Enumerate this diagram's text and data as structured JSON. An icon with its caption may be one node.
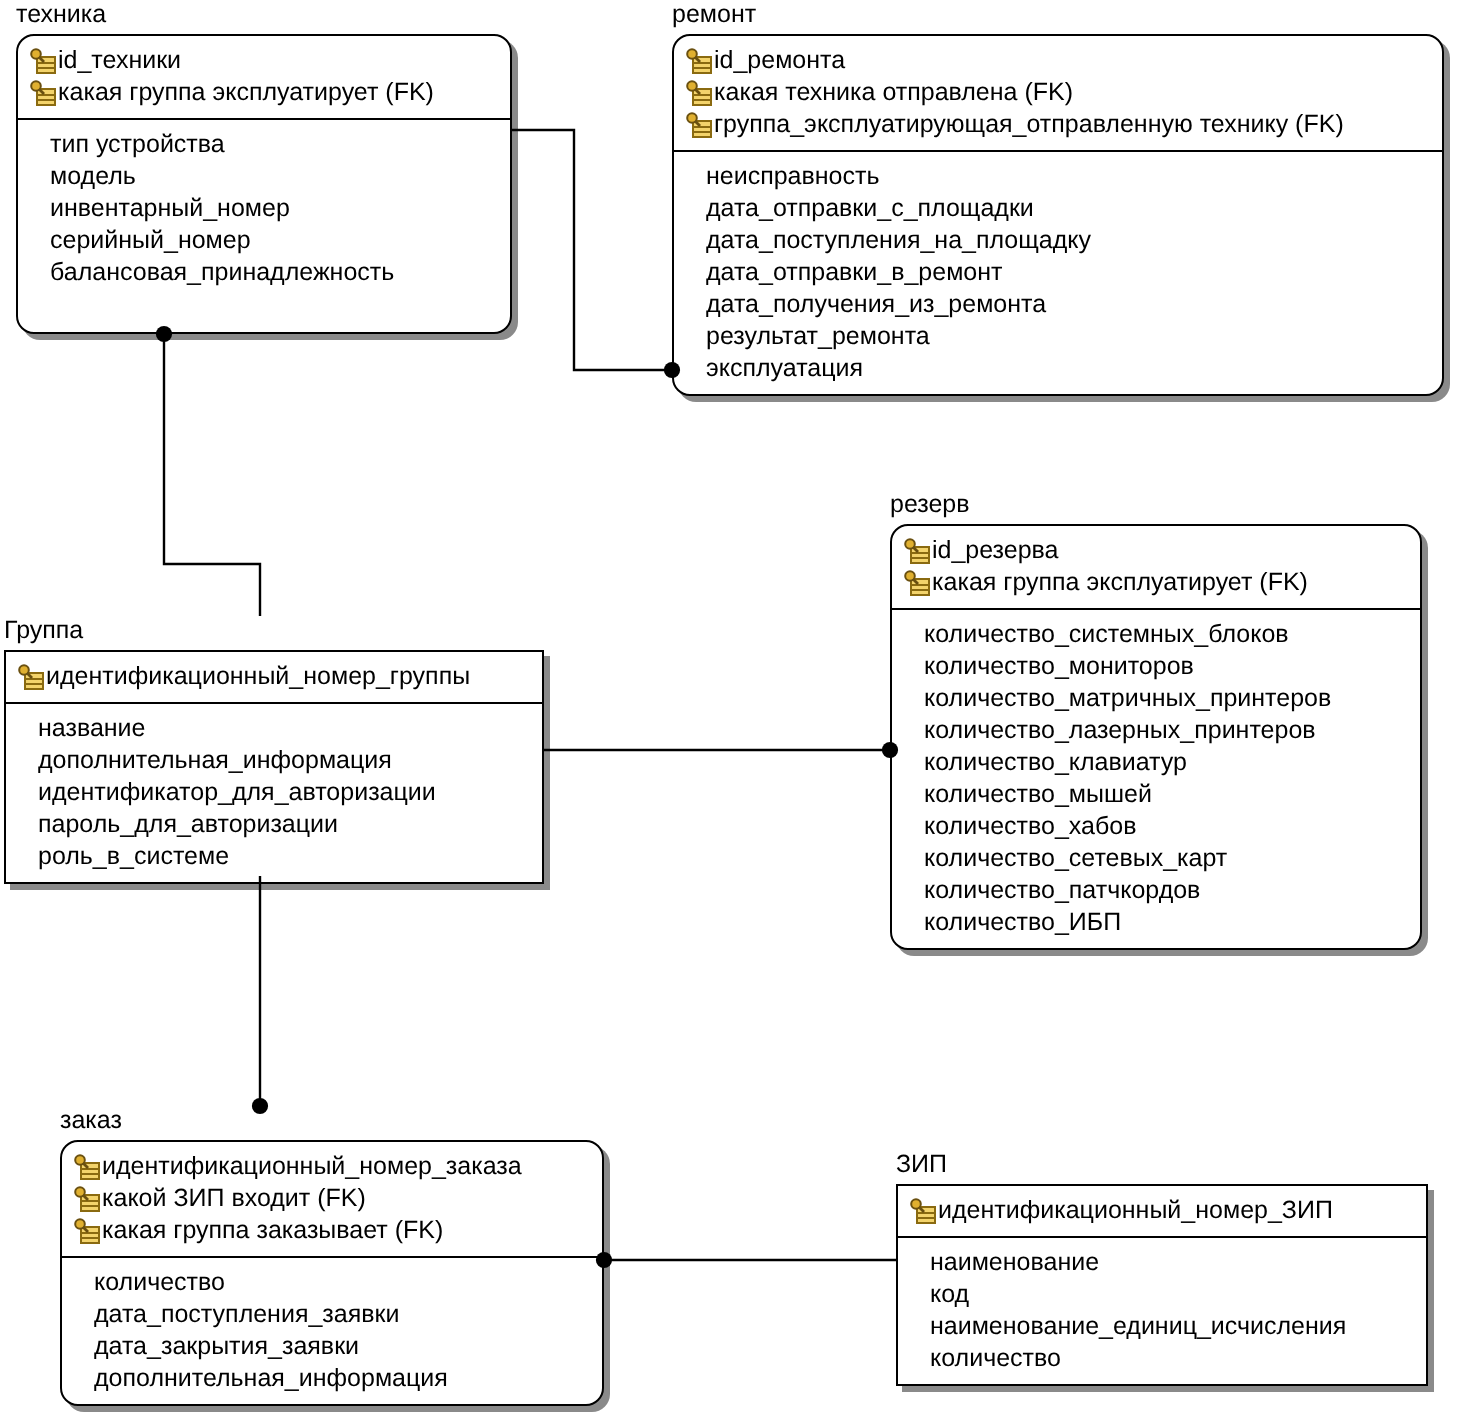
{
  "diagram": {
    "nodes": [
      {
        "text": [
          "техника",
          "id_техники",
          "какая группа эксплуатирует (FK)",
          "тип устройства",
          "модель",
          "инвентарный_номер",
          "серийный_номер",
          "балансовая_принадлежность"
        ]
      },
      {
        "text": [
          "ремонт",
          "id_ремонта",
          "какая техника отправлена (FK)",
          "группа_эксплуатирующая_отправленную технику (FK)",
          "неисправность",
          "дата_отправки_с_площадки",
          "дата_поступления_на_площадку",
          "дата_отправки_в_ремонт",
          "дата_получения_из_ремонта",
          "результат_ремонта",
          "эксплуатация"
        ]
      },
      {
        "text": [
          "Группа",
          "идентификационный_номер_группы",
          "название",
          "дополнительная_информация",
          "идентификатор_для_авторизации",
          "пароль_для_авторизации",
          "роль_в_системе"
        ]
      },
      {
        "text": [
          "резерв",
          "id_резерва",
          "какая группа эксплуатирует (FK)",
          "количество_системных_блоков",
          "количество_мониторов",
          "количество_матричных_принтеров",
          "количество_лазерных_принтеров",
          "количество_клавиатур",
          "количество_мышей",
          "количество_хабов",
          "количество_сетевых_карт",
          "количество_патчкордов",
          "количество_ИБП"
        ]
      },
      {
        "text": [
          "заказ",
          "идентификационный_номер_заказа",
          "какой ЗИП входит (FK)",
          "какая группа заказывает (FK)",
          "количество",
          "дата_поступления_заявки",
          "дата_закрытия_заявки",
          "дополнительная_информация"
        ]
      },
      {
        "text": [
          "ЗИП",
          "идентификационный_номер_ЗИП",
          "наименование",
          "код",
          "наименование_единиц_исчисления",
          "количество"
        ]
      }
    ],
    "edges": [
      {
        "from": 0,
        "to": 1,
        "arrow": "other"
      },
      {
        "from": 2,
        "to": 0,
        "arrow": "other"
      },
      {
        "from": 2,
        "to": 3,
        "arrow": "other"
      },
      {
        "from": 2,
        "to": 4,
        "arrow": "other"
      },
      {
        "from": 5,
        "to": 4,
        "arrow": "other"
      }
    ]
  }
}
